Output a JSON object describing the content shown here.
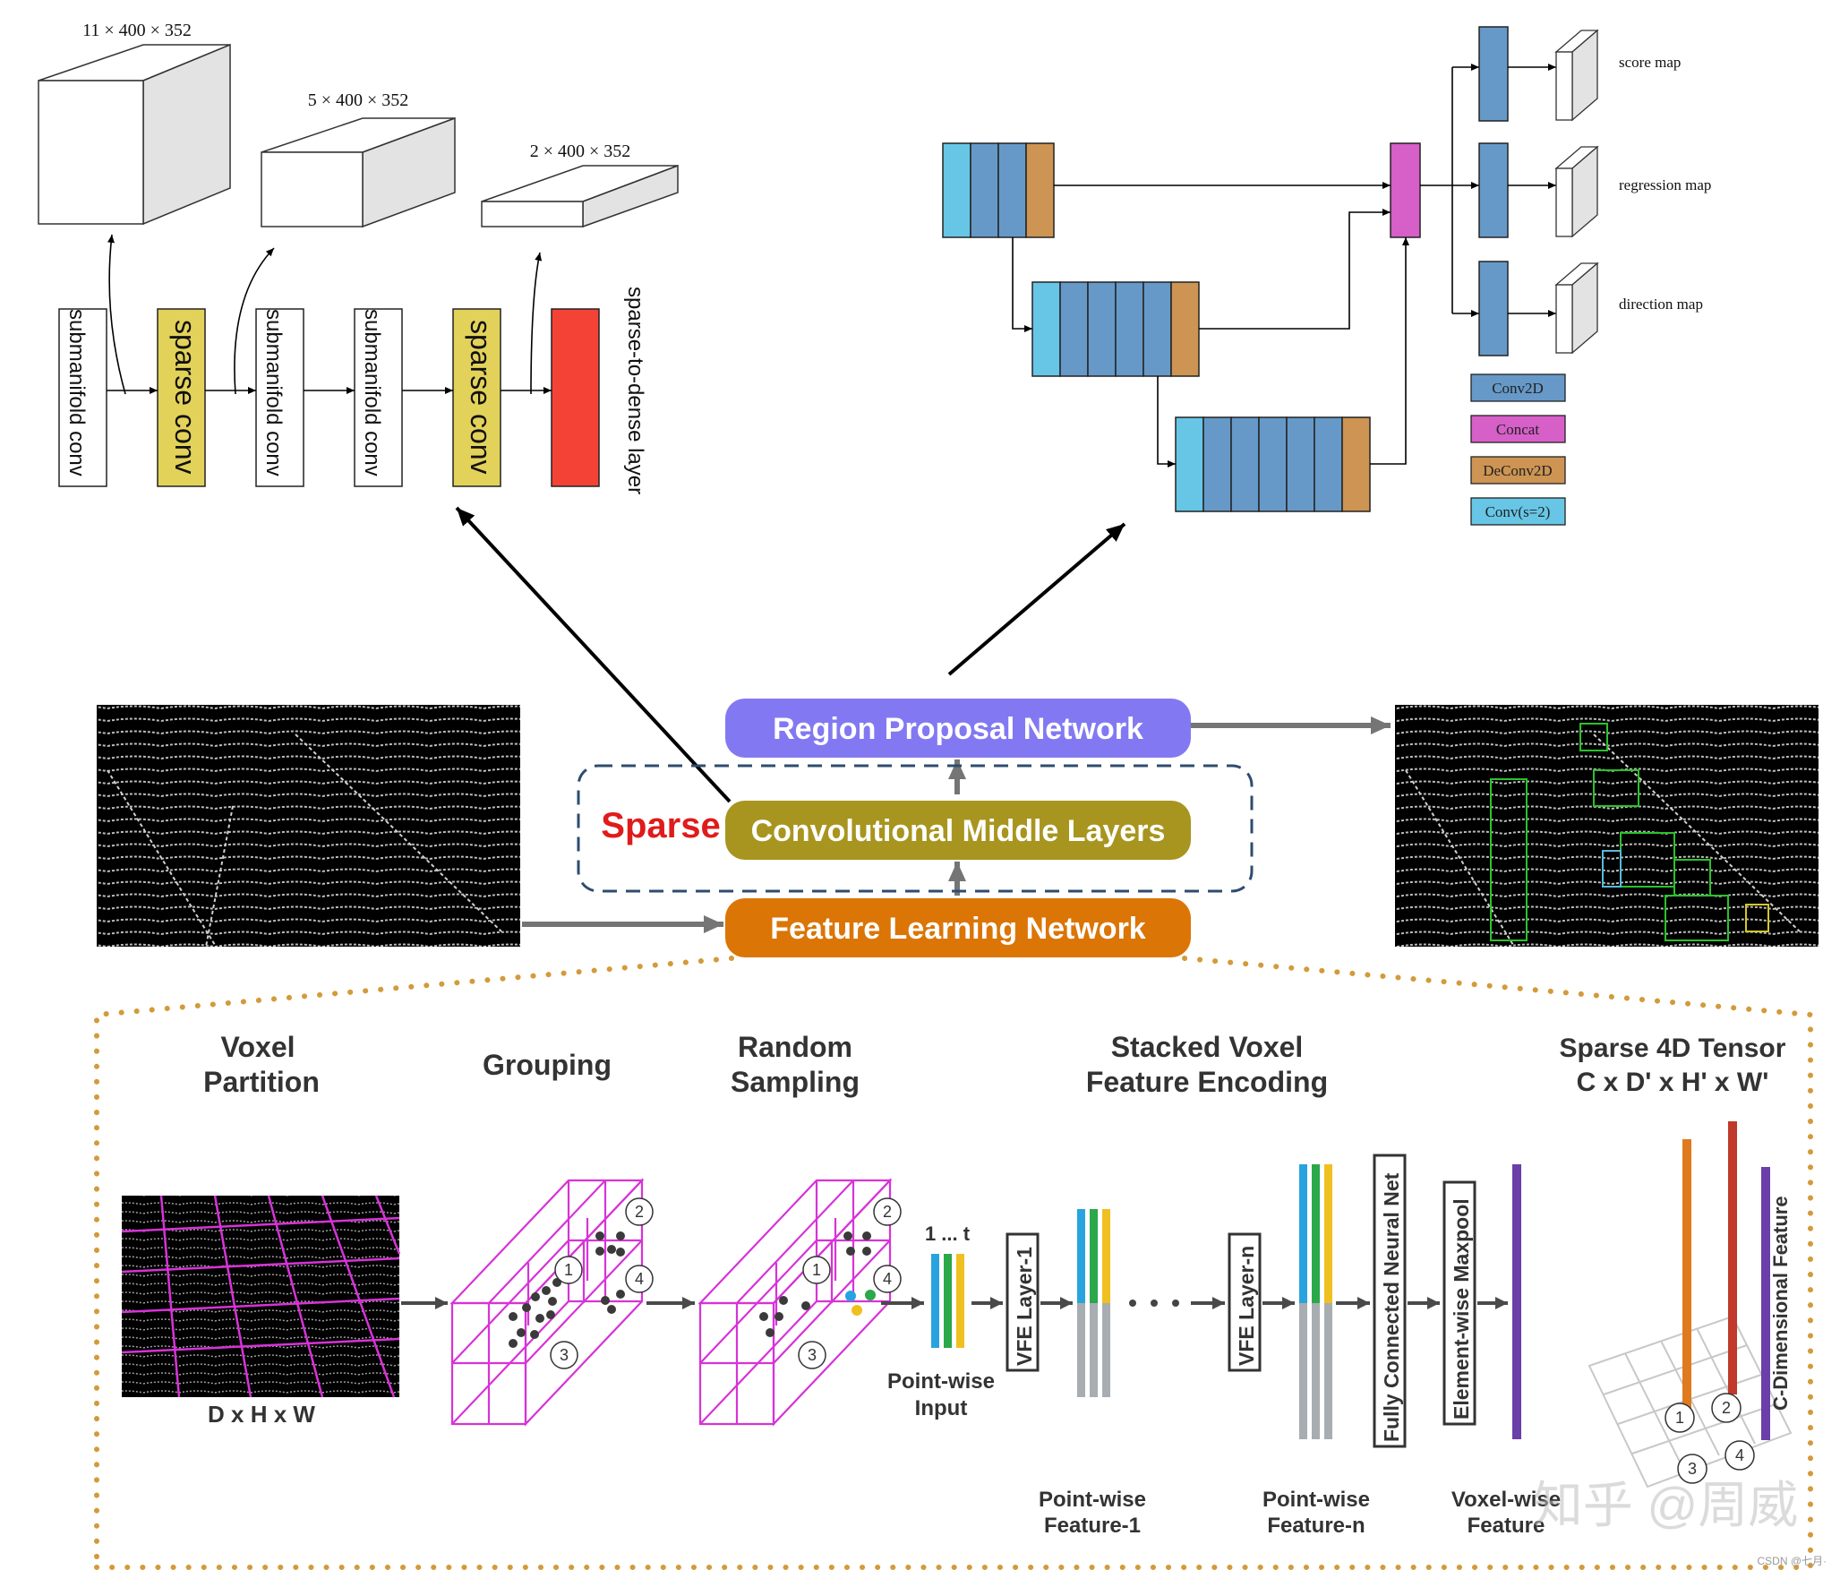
{
  "sparse_branch": {
    "dims": [
      "11 × 400 × 352",
      "5 × 400 × 352",
      "2 × 400 × 352"
    ],
    "layers": [
      "submanifold conv",
      "sparse conv",
      "submanifold conv",
      "submanifold conv",
      "sparse conv",
      "sparse-to-dense layer"
    ],
    "colors": {
      "sparse": "#e3d25a",
      "dense": "#f44336"
    }
  },
  "rpn_branch": {
    "outputs": [
      "score map",
      "regression map",
      "direction map"
    ],
    "legend": [
      {
        "label": "Conv2D",
        "color": "#6699c7"
      },
      {
        "label": "Concat",
        "color": "#d65fc8"
      },
      {
        "label": "DeConv2D",
        "color": "#cd9453"
      },
      {
        "label": "Conv(s=2)",
        "color": "#67c6e6"
      }
    ]
  },
  "pipeline": {
    "rpn_label": "Region Proposal Network",
    "sparse_label": "Sparse",
    "middle_label": "Convolutional Middle Layers",
    "fln_label": "Feature Learning Network",
    "colors": {
      "rpn": "#8279f2",
      "middle": "#a8951f",
      "fln": "#db7506",
      "sparse": "#e01b1b"
    }
  },
  "feature_learning": {
    "steps": [
      "Voxel",
      "Partition",
      "Grouping",
      "Random",
      "Sampling",
      "Stacked Voxel",
      "Feature Encoding",
      "Sparse 4D Tensor",
      "C x D' x H' x W'"
    ],
    "dhw_label": "D x H x W",
    "pointwise_input": [
      "1 ... t",
      "Point-wise",
      "Input"
    ],
    "vfe1": "VFE Layer-1",
    "vfen": "VFE Layer-n",
    "fcn": "Fully Connected Neural Net",
    "maxpool": "Element-wise Maxpool",
    "bottom_labels": [
      "Point-wise",
      "Feature-1",
      "Point-wise",
      "Feature-n",
      "Voxel-wise",
      "Feature"
    ],
    "cdim_label": "C-Dimensional Feature",
    "circle_numbers": [
      "1",
      "2",
      "3",
      "4"
    ]
  },
  "watermark": {
    "text": "知乎 @周威",
    "credit": "CSDN @七月·"
  }
}
